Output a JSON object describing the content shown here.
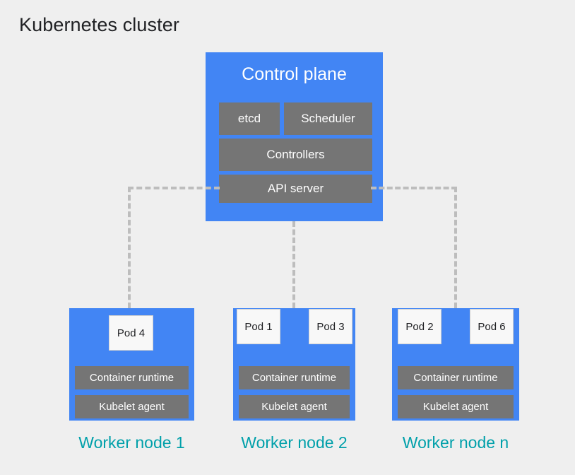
{
  "title": "Kubernetes cluster",
  "colors": {
    "background": "#efefef",
    "node_blue": "#4285f4",
    "component_gray": "#757575",
    "node_label_teal": "#00a0aa",
    "connector_gray": "#bdbdbd",
    "pod_white": "#f8f8f8",
    "title_text": "#202124"
  },
  "control_plane": {
    "title": "Control plane",
    "components": [
      {
        "label": "etcd"
      },
      {
        "label": "Scheduler"
      },
      {
        "label": "Controllers"
      },
      {
        "label": "API server"
      }
    ]
  },
  "worker_nodes": [
    {
      "label": "Worker node 1",
      "pods": [
        {
          "label": "Pod 4"
        }
      ],
      "components": [
        {
          "label": "Container runtime"
        },
        {
          "label": "Kubelet agent"
        }
      ]
    },
    {
      "label": "Worker node 2",
      "pods": [
        {
          "label": "Pod 1"
        },
        {
          "label": "Pod 3"
        }
      ],
      "components": [
        {
          "label": "Container runtime"
        },
        {
          "label": "Kubelet agent"
        }
      ]
    },
    {
      "label": "Worker node n",
      "pods": [
        {
          "label": "Pod 2"
        },
        {
          "label": "Pod 6"
        }
      ],
      "components": [
        {
          "label": "Container runtime"
        },
        {
          "label": "Kubelet agent"
        }
      ]
    }
  ],
  "connectors": [
    {
      "name": "api-server-to-worker-node-1",
      "style": "dashed"
    },
    {
      "name": "control-plane-to-worker-node-2",
      "style": "dashed"
    },
    {
      "name": "api-server-to-worker-node-n",
      "style": "dashed"
    }
  ]
}
